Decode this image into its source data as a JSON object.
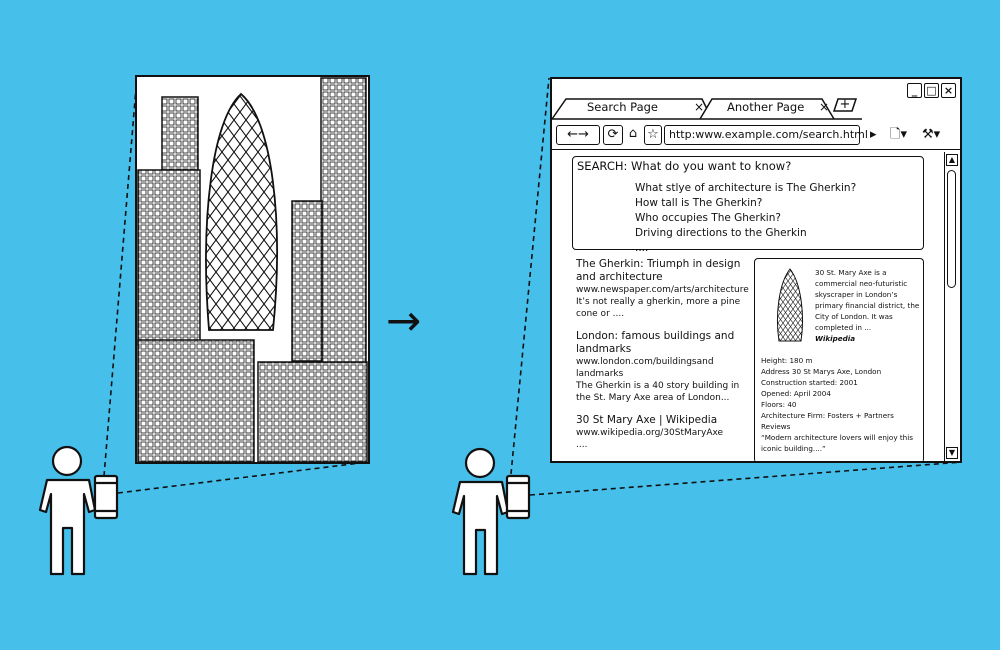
{
  "browser": {
    "window_buttons": [
      "_",
      "□",
      "×"
    ],
    "tabs": [
      {
        "label": "Search Page",
        "close": "×"
      },
      {
        "label": "Another Page",
        "close": "×"
      }
    ],
    "new_tab": "+",
    "url": "http:www.example.com/search.html"
  },
  "search": {
    "query": "SEARCH: What do you want to know?",
    "suggestions": [
      "What stlye of architecture is The Gherkin?",
      "How tall is The Gherkin?",
      "Who occupies The Gherkin?",
      "Driving directions to the Gherkin",
      "...."
    ]
  },
  "results": [
    {
      "title": "The Gherkin: Triumph in design and architecture",
      "url": "www.newspaper.com/arts/architecture",
      "snippet": "It’s not really a gherkin, more a pine cone or ...."
    },
    {
      "title": "London: famous buildings and landmarks",
      "url": "www.london.com/buildingsand landmarks",
      "snippet": "The Gherkin is a 40 story building in the St. Mary Axe area of London..."
    },
    {
      "title": "30 St Mary Axe | Wikipedia",
      "url": "www.wikipedia.org/30StMaryAxe",
      "snippet": "...."
    }
  ],
  "info_panel": {
    "summary": "30 St. Mary Axe is a commercial neo-futuristic skyscraper in London’s primary financial district, the City of London. It was completed in ...",
    "source": "Wikipedia",
    "facts": [
      "Height: 180 m",
      "Address 30 St Marys Axe, London",
      "Construction started: 2001",
      "Opened: April 2004",
      "Floors: 40",
      "Architecture Firm: Fosters + Partners",
      "Reviews",
      "“Modern architecture lovers will enjoy this iconic building....”"
    ]
  },
  "arrow": "→",
  "colors": {
    "background": "#46bfeb",
    "line": "#111111"
  }
}
